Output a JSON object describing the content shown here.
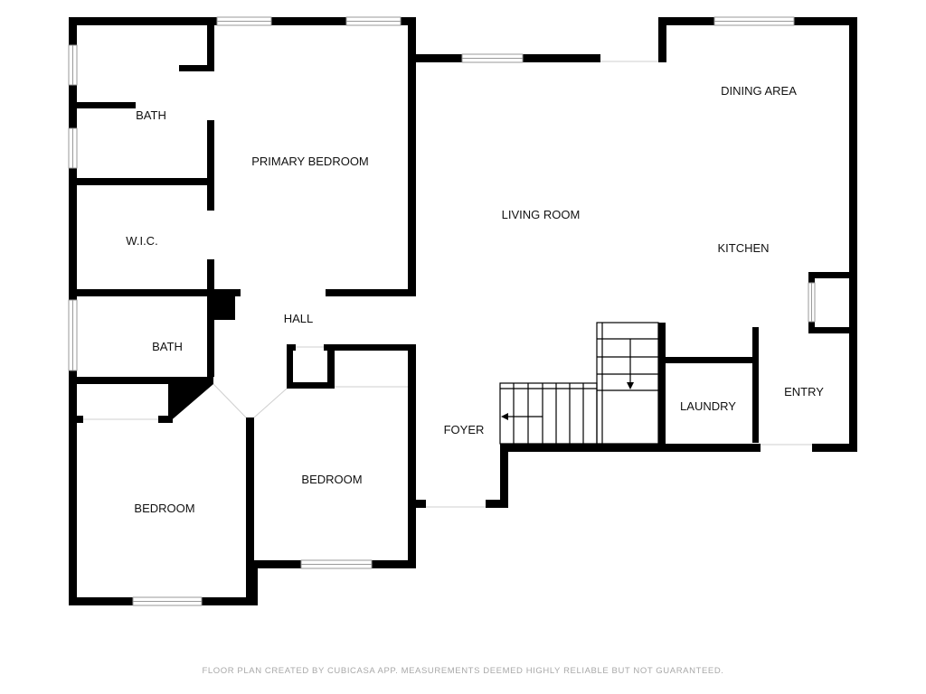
{
  "rooms": {
    "bath_upper": "BATH",
    "primary_bedroom": "PRIMARY BEDROOM",
    "wic": "W.I.C.",
    "hall": "HALL",
    "bath_lower": "BATH",
    "bedroom_left": "BEDROOM",
    "bedroom_middle": "BEDROOM",
    "living_room": "LIVING ROOM",
    "dining_area": "DINING AREA",
    "kitchen": "KITCHEN",
    "foyer": "FOYER",
    "laundry": "LAUNDRY",
    "entry": "ENTRY"
  },
  "footer": {
    "disclaimer": "FLOOR PLAN CREATED BY CUBICASA APP. MEASUREMENTS DEEMED HIGHLY RELIABLE BUT NOT GUARANTEED."
  },
  "colors": {
    "wall": "#000000",
    "window": "#9a9a9a",
    "footer_text": "#a8a8a8"
  }
}
